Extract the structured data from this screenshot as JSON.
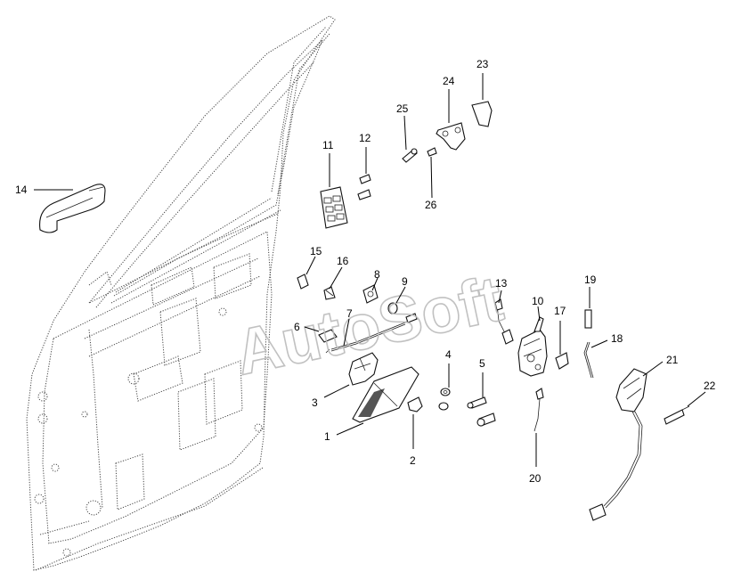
{
  "watermark": "AutoSoft",
  "callouts": [
    {
      "id": "1",
      "label": "1"
    },
    {
      "id": "2",
      "label": "2"
    },
    {
      "id": "3",
      "label": "3"
    },
    {
      "id": "4",
      "label": "4"
    },
    {
      "id": "5",
      "label": "5"
    },
    {
      "id": "6",
      "label": "6"
    },
    {
      "id": "7",
      "label": "7"
    },
    {
      "id": "8",
      "label": "8"
    },
    {
      "id": "9",
      "label": "9"
    },
    {
      "id": "10",
      "label": "10"
    },
    {
      "id": "11",
      "label": "11"
    },
    {
      "id": "12",
      "label": "12"
    },
    {
      "id": "13",
      "label": "13"
    },
    {
      "id": "14",
      "label": "14"
    },
    {
      "id": "15",
      "label": "15"
    },
    {
      "id": "16",
      "label": "16"
    },
    {
      "id": "17",
      "label": "17"
    },
    {
      "id": "18",
      "label": "18"
    },
    {
      "id": "19",
      "label": "19"
    },
    {
      "id": "20",
      "label": "20"
    },
    {
      "id": "21",
      "label": "21"
    },
    {
      "id": "22",
      "label": "22"
    },
    {
      "id": "23",
      "label": "23"
    },
    {
      "id": "24",
      "label": "24"
    },
    {
      "id": "25",
      "label": "25"
    },
    {
      "id": "26",
      "label": "26"
    }
  ]
}
